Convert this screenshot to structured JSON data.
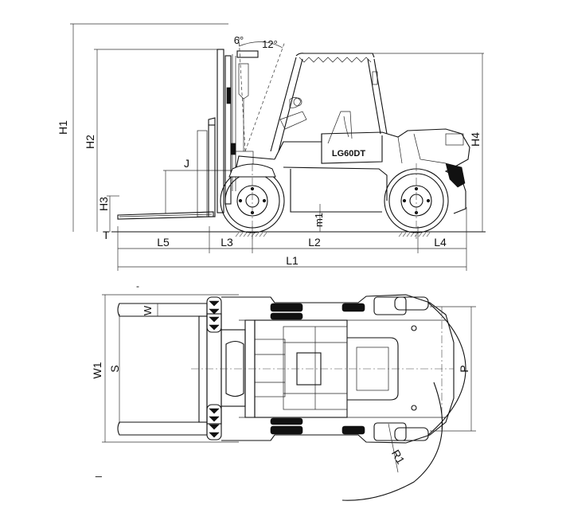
{
  "model_badge": "LG60DT",
  "angles": {
    "forward": "6°",
    "backward": "12°"
  },
  "side_view_labels": {
    "H1": "H1",
    "H2": "H2",
    "H3": "H3",
    "H4": "H4",
    "J": "J",
    "m1": "m1",
    "T": "T",
    "L1": "L1",
    "L2": "L2",
    "L3": "L3",
    "L4": "L4",
    "L5": "L5"
  },
  "top_view_labels": {
    "W": "W",
    "W1": "W1",
    "S": "S",
    "P": "P",
    "R1": "R1"
  },
  "stray_marks": [
    "-",
    "_"
  ]
}
